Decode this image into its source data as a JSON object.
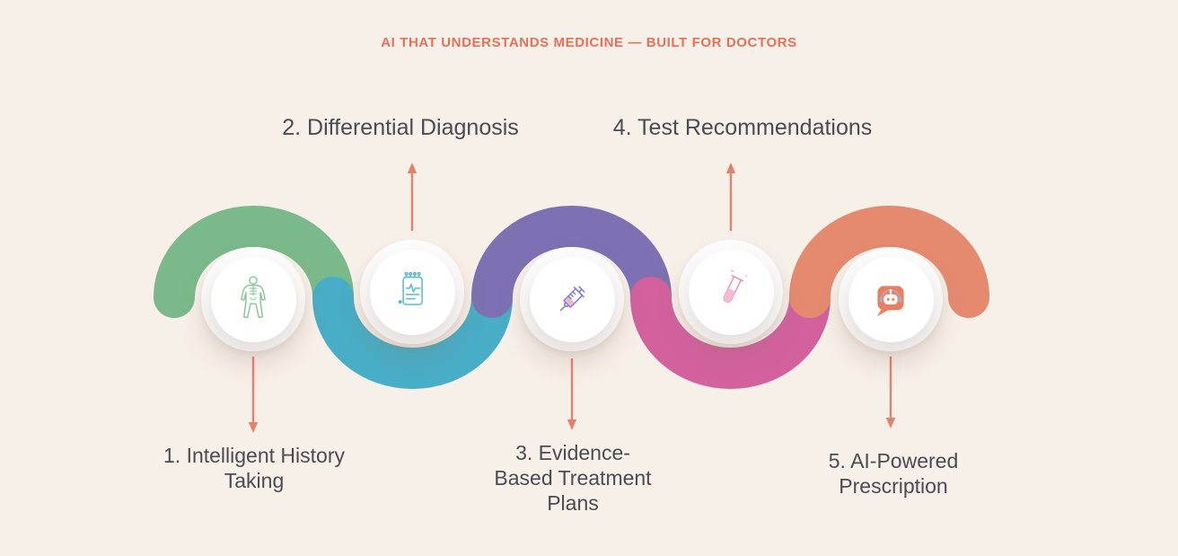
{
  "page": {
    "background": "#f7f0e9"
  },
  "header": {
    "title": "AI THAT UNDERSTANDS MEDICINE — BUILT FOR DOCTORS",
    "color": "#e3715a"
  },
  "arrow_color": "#e5816b",
  "steps": [
    {
      "num": "1",
      "label": "1. Intelligent History\nTaking",
      "position": "below",
      "icon": "human-body-icon",
      "arc_color": "#7ab98a",
      "icon_color": "#8ec79d",
      "icon_accent": "#bfe0c8"
    },
    {
      "num": "2",
      "label": "2. Differential Diagnosis",
      "position": "above",
      "icon": "medical-report-icon",
      "arc_color": "#48adc6",
      "icon_color": "#57b9ca",
      "icon_accent": "#57b9ca"
    },
    {
      "num": "3",
      "label": "3. Evidence-\nBased Treatment\nPlans",
      "position": "below",
      "icon": "syringe-icon",
      "arc_color": "#7d71b3",
      "icon_color": "#7e80c8",
      "icon_accent": "#f0b7d4"
    },
    {
      "num": "4",
      "label": "4. Test Recommendations",
      "position": "above",
      "icon": "test-tube-icon",
      "arc_color": "#d2619e",
      "icon_color": "#ef8fb4",
      "icon_accent": "#f7bcd3"
    },
    {
      "num": "5",
      "label": "5. AI-Powered\nPrescription",
      "position": "below",
      "icon": "robot-chat-icon",
      "arc_color": "#e58a6f",
      "icon_color": "#e97e61",
      "icon_accent": "#a7adbf"
    }
  ]
}
